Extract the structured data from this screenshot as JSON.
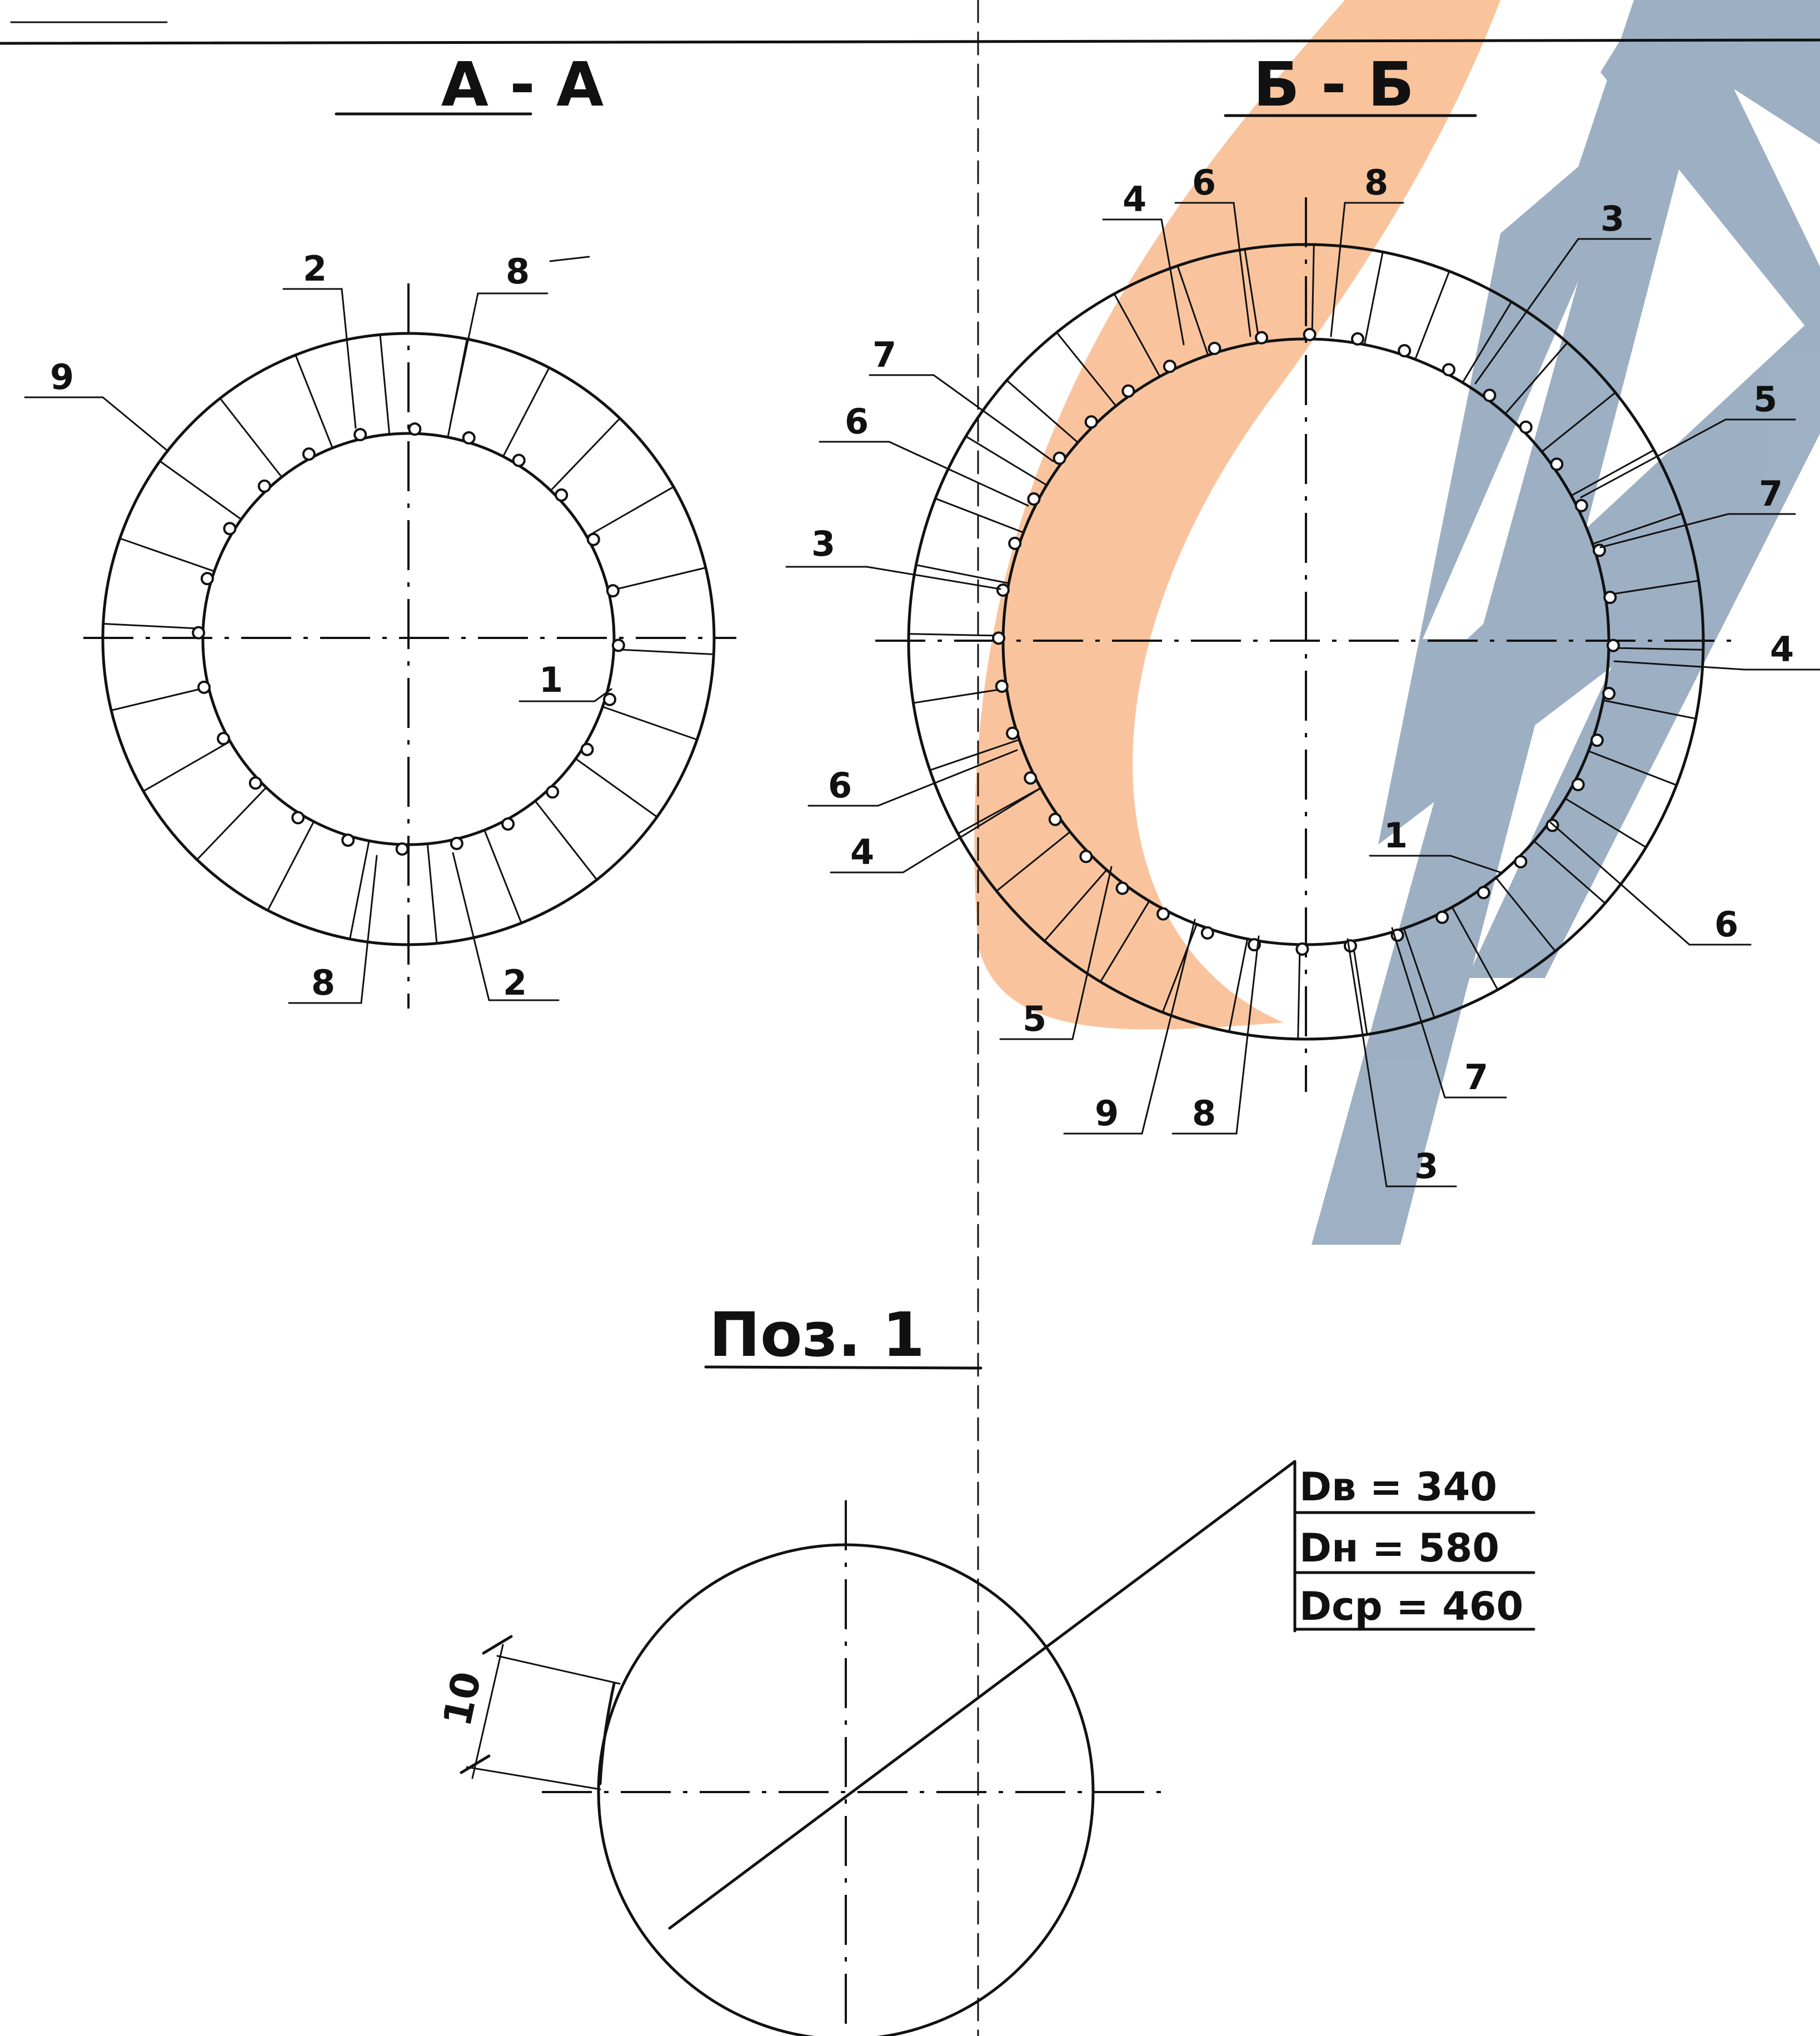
{
  "colors": {
    "ink": "#111111",
    "watermark_orange": "#f7b07c",
    "watermark_blue": "#7d95b0"
  },
  "sections": {
    "aa": {
      "title": "A - A"
    },
    "bb": {
      "title": "Б - Б"
    },
    "pos1": {
      "title": "Поз. 1"
    }
  },
  "aa_labels": [
    "2",
    "8",
    "9",
    "1",
    "8",
    "2"
  ],
  "bb_labels": [
    "4",
    "6",
    "8",
    "3",
    "7",
    "6",
    "5",
    "7",
    "3",
    "4",
    "6",
    "4",
    "1",
    "6",
    "5",
    "9",
    "8",
    "7",
    "3"
  ],
  "pos1": {
    "dim_line_1": "Dв = 340",
    "dim_line_2": "Dн = 580",
    "dim_line_3": "Dср = 460",
    "thickness_mark": "10"
  }
}
